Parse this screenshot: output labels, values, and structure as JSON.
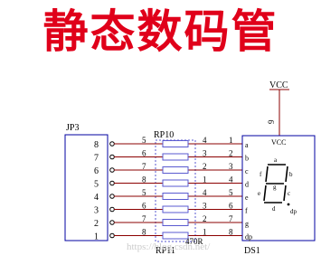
{
  "title": "静态数码管",
  "colors": {
    "title": "#e0001a",
    "wire": "#8b0000",
    "component": "#0000a0",
    "resistor": "#5a5ad0",
    "text": "#000000",
    "watermark": "#cccccc"
  },
  "power": {
    "net": "VCC",
    "pin": "9"
  },
  "connector": {
    "ref": "JP3",
    "pins": [
      "8",
      "7",
      "6",
      "5",
      "4",
      "3",
      "2",
      "1"
    ]
  },
  "resnet": {
    "ref_top": "RP10",
    "ref_bottom": "RP11",
    "value": "470R",
    "left_pins": [
      "5",
      "6",
      "7",
      "8",
      "5",
      "6",
      "7",
      "8"
    ],
    "right_pins": [
      "4",
      "3",
      "2",
      "1",
      "4",
      "3",
      "2",
      "1"
    ]
  },
  "display": {
    "ref": "DS1",
    "vcc_label": "VCC",
    "pin_numbers": [
      "1",
      "2",
      "3",
      "4",
      "5",
      "6",
      "7",
      "8"
    ],
    "pin_labels": [
      "a",
      "b",
      "c",
      "d",
      "e",
      "f",
      "g",
      "dp"
    ],
    "segment_labels": {
      "a": "a",
      "b": "b",
      "c": "c",
      "d": "d",
      "e": "e",
      "f": "f",
      "g": "g",
      "dp": "dp"
    }
  },
  "watermark": "https://blog.csdn.net/"
}
